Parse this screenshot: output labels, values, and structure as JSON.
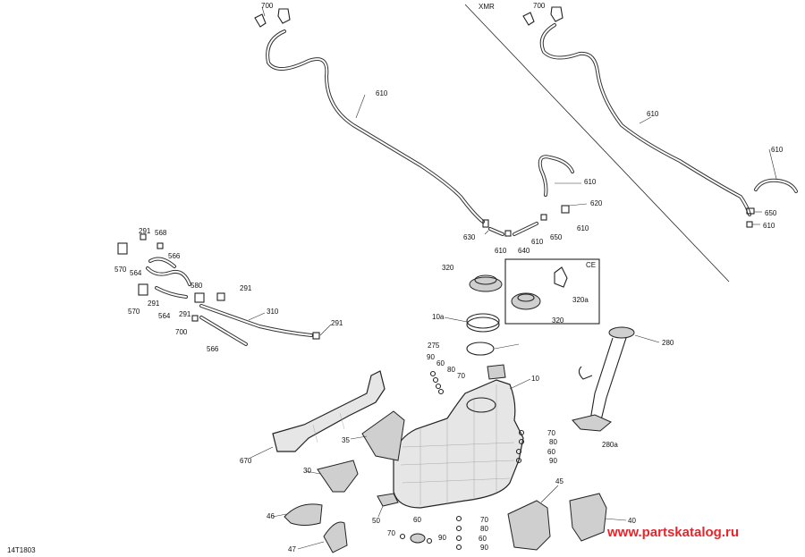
{
  "diagram_code": "14T1803",
  "section_xmr": "XMR",
  "section_ce": "CE",
  "watermark": "www.partskatalog.ru",
  "labels": {
    "l700a": "700",
    "l700b": "700",
    "l610a": "610",
    "l610b": "610",
    "l610c": "610",
    "l610d": "610",
    "l610e": "610",
    "l610f": "610",
    "l610g": "610",
    "l620": "620",
    "l650a": "650",
    "l650b": "650",
    "l630": "630",
    "l640": "640",
    "l291a": "291",
    "l568": "568",
    "l570a": "570",
    "l566a": "566",
    "l564a": "564",
    "l580": "580",
    "l291b": "291",
    "l570b": "570",
    "l291c": "291",
    "l564b": "564",
    "l291d": "291",
    "l310": "310",
    "l291e": "291",
    "l700c": "700",
    "l566b": "566",
    "l320a": "320",
    "l320b": "320",
    "l320c": "320a",
    "l10a": "10a",
    "l275": "275",
    "l280": "280",
    "l280a": "280a",
    "l10": "10",
    "l90a": "90",
    "l60a": "60",
    "l80a": "80",
    "l70a": "70",
    "l70b": "70",
    "l80b": "80",
    "l60b": "60",
    "l90b": "90",
    "l670": "670",
    "l35": "35",
    "l30": "30",
    "l46": "46",
    "l47": "47",
    "l50": "50",
    "l45": "45",
    "l40": "40",
    "l60c": "60",
    "l70c": "70",
    "l90c": "90",
    "l70d": "70",
    "l80c": "80",
    "l60d": "60",
    "l90d": "90"
  }
}
